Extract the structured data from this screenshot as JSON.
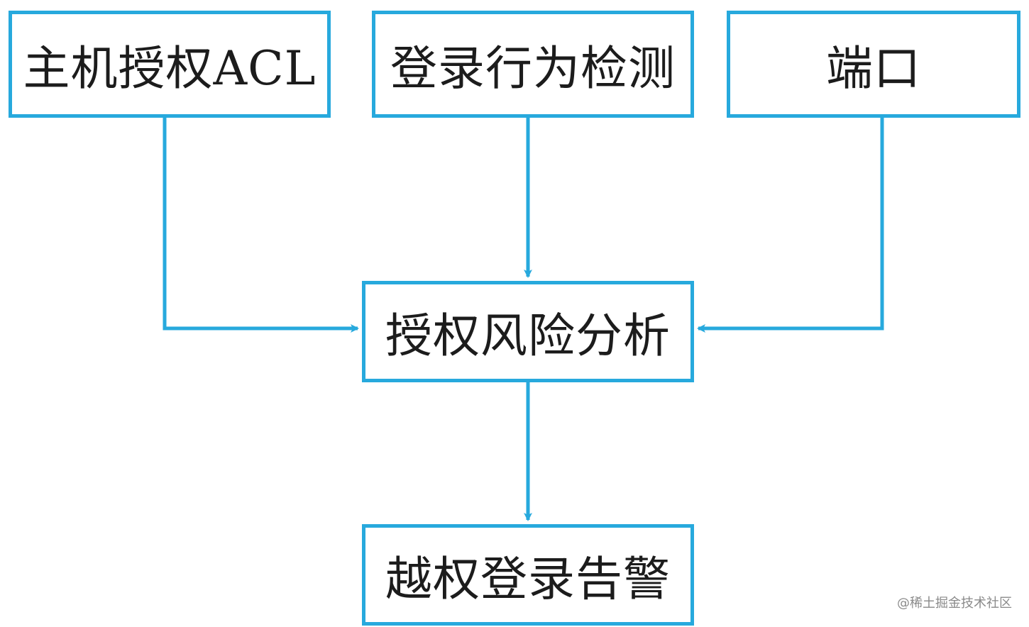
{
  "colors": {
    "accent": "#27a9dd",
    "text": "#1c1c1c",
    "watermark": "#8a8a8a"
  },
  "nodes": {
    "host_acl": "主机授权ACL",
    "login_behavior": "登录行为检测",
    "port": "端口",
    "risk_analysis": "授权风险分析",
    "alert": "越权登录告警"
  },
  "edges": [
    {
      "from": "host_acl",
      "to": "risk_analysis"
    },
    {
      "from": "login_behavior",
      "to": "risk_analysis"
    },
    {
      "from": "port",
      "to": "risk_analysis"
    },
    {
      "from": "risk_analysis",
      "to": "alert"
    }
  ],
  "watermark": "@稀土掘金技术社区"
}
